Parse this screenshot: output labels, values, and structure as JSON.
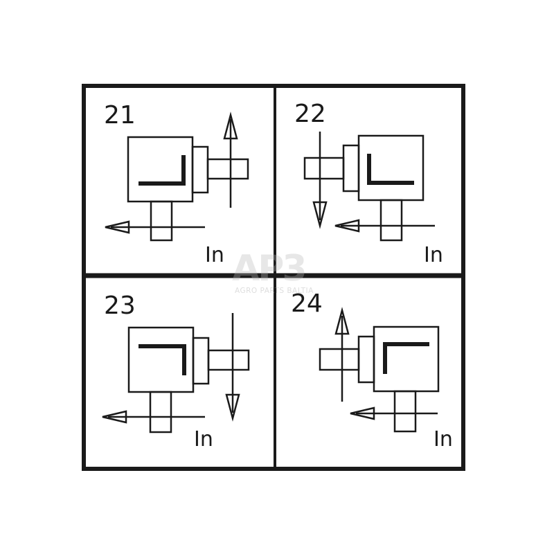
{
  "panels": [
    {
      "number": "21",
      "label": "In",
      "input_shaft": "right",
      "output_arrow": "up"
    },
    {
      "number": "22",
      "label": "In",
      "input_shaft": "left",
      "output_arrow": "down"
    },
    {
      "number": "23",
      "label": "In",
      "input_shaft": "right",
      "output_arrow": "down"
    },
    {
      "number": "24",
      "label": "In",
      "input_shaft": "left",
      "output_arrow": "up"
    }
  ],
  "watermark": {
    "logo": "AP3",
    "tagline": "AGRO PARTS BALTIA"
  },
  "colors": {
    "line": "#1a1a1a",
    "background": "#ffffff",
    "watermark": "#b9b9b9"
  }
}
